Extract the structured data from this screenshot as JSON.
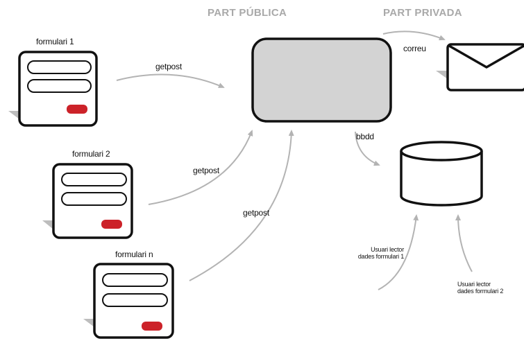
{
  "sections": {
    "public": "PART PÚBLICA",
    "private": "PART PRIVADA"
  },
  "forms": [
    {
      "title": "formulari 1"
    },
    {
      "title": "formulari 2"
    },
    {
      "title": "formulari n"
    }
  ],
  "edges": {
    "getpost1": "getpost",
    "getpost2": "getpost",
    "getpost3": "getpost",
    "mail": "correu",
    "db": "bbdd"
  },
  "readers": [
    {
      "line1": "Usuari lector",
      "line2": "dades formulari 1"
    },
    {
      "line1": "Usuari lector",
      "line2": "dades formulari 2"
    }
  ],
  "colors": {
    "section": "#a9a9a9",
    "arrow": "#b3b3b3",
    "server_fill": "#d3d3d3",
    "button": "#cc2229",
    "shadow": "#bdbdbd"
  }
}
